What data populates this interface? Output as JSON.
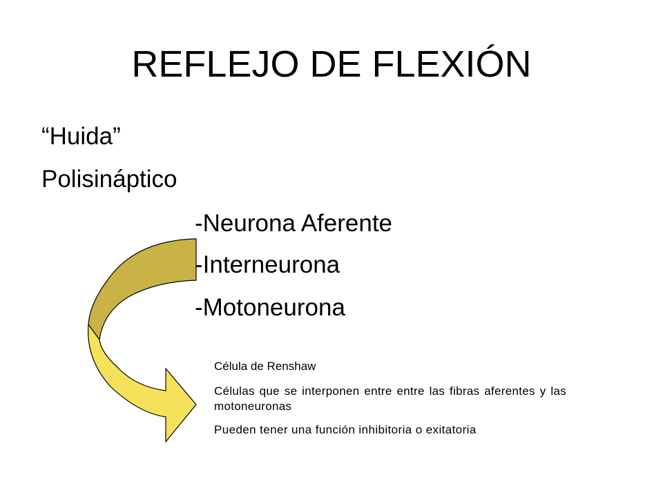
{
  "slide": {
    "title": "REFLEJO DE FLEXIÓN",
    "lines": [
      "“Huida”",
      "Polisináptico"
    ],
    "components": [
      "-Neurona Aferente",
      "-Interneurona",
      "-Motoneurona"
    ],
    "notes": [
      "Célula de Renshaw",
      "Células que se interponen entre entre las fibras aferentes y las motoneuronas",
      "Pueden tener una función inhibitoria o exitatoria"
    ],
    "colors": {
      "arrow_top": "#C9B347",
      "arrow_bottom": "#F5E15A",
      "arrow_outline": "#000000"
    },
    "icons": [
      "curved-arrow-icon"
    ]
  }
}
